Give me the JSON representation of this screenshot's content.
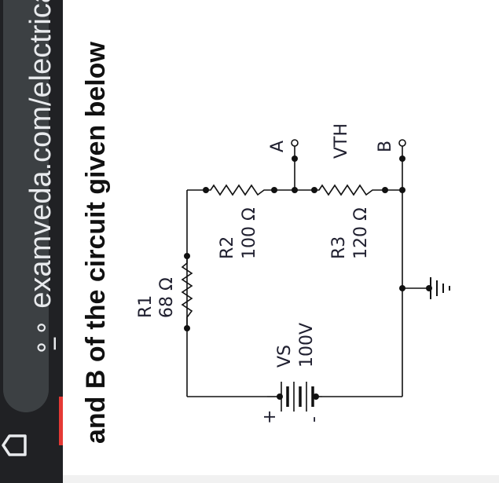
{
  "browser": {
    "url": "examveda.com/electrical-er",
    "site_icon": "site-info-icon",
    "back_icon": "back-arrow-icon"
  },
  "question": {
    "text": "and B of the circuit given below"
  },
  "circuit": {
    "R1": {
      "name": "R1",
      "value": "68 Ω"
    },
    "R2": {
      "name": "R2",
      "value": "100 Ω"
    },
    "R3": {
      "name": "R3",
      "value": "120 Ω"
    },
    "VS": {
      "name": "VS",
      "value": "100V",
      "plus": "+",
      "minus": "-"
    },
    "node_a": "A",
    "node_b": "B",
    "vth": "VTH"
  },
  "colors": {
    "browser_bg": "#202124",
    "url_pill": "#3c4043",
    "url_text": "#e8eaed",
    "accent_tab": "#e53935",
    "wire": "#111111"
  }
}
